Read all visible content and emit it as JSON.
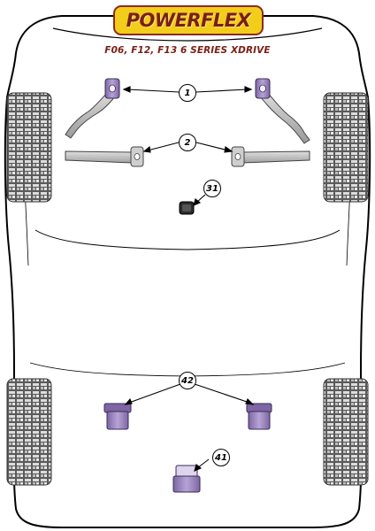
{
  "brand": {
    "logo_text": "POWERFLEX"
  },
  "diagram": {
    "subtitle": "F06, F12, F13 6 SERIES XDRIVE",
    "callouts": [
      "1",
      "2",
      "31",
      "42",
      "41"
    ]
  },
  "colors": {
    "bushing_purple": "#9b86bd",
    "logo_yellow": "#f2cd1a",
    "logo_red": "#7a1f16",
    "tyre_grey": "#8c8c8c",
    "arm_grey": "#bdbdbd"
  },
  "icons": [
    "front-wheel-left",
    "front-wheel-right",
    "rear-wheel-left",
    "rear-wheel-right"
  ]
}
